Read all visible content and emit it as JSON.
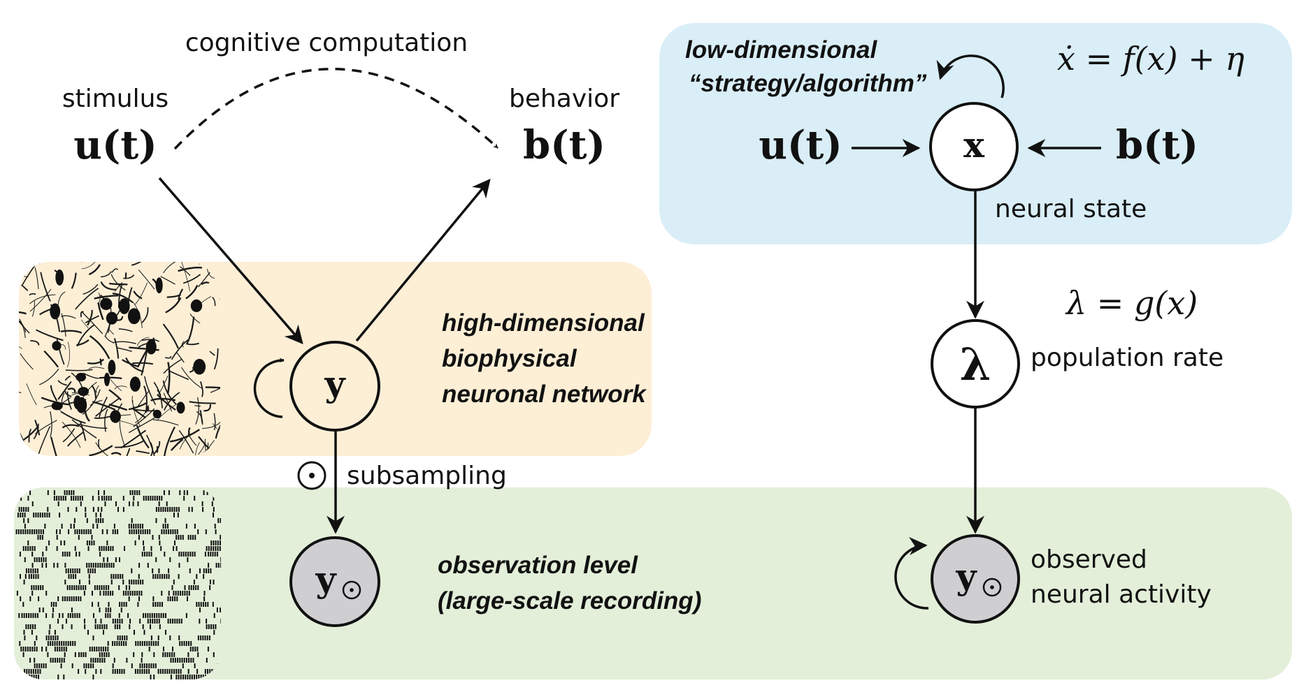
{
  "colors": {
    "panel_blue": "#d9eef7",
    "panel_orange": "#fdefd6",
    "panel_green": "#e3efd9",
    "observed_node": "#cfcfd2",
    "ink": "#111111"
  },
  "labels": {
    "stimulus": "stimulus",
    "stimulus_var": "u(t)",
    "behavior": "behavior",
    "behavior_var": "b(t)",
    "cognitive_computation": "cognitive computation",
    "subsampling": "subsampling",
    "subsampling_symbol": "⊙",
    "neural_state": "neural state",
    "population_rate": "population rate",
    "observed_line1": "observed",
    "observed_line2": "neural activity"
  },
  "panels": {
    "low_dim": {
      "title_line1": "low-dimensional",
      "title_line2": "“strategy/algorithm”",
      "equation": "ẋ = f(x) + η",
      "input_var": "u(t)",
      "behavior_var": "b(t)"
    },
    "high_dim": {
      "line1": "high-dimensional",
      "line2": "biophysical",
      "line3": "neuronal network"
    },
    "observation": {
      "line1": "observation level",
      "line2": "(large-scale recording)"
    }
  },
  "nodes": {
    "y": "y",
    "y_obs_left": "y",
    "y_obs_right": "y",
    "obs_subscript": "⊙",
    "x": "x",
    "lambda": "λ"
  },
  "equations": {
    "lambda_eq": "λ = g(x)"
  },
  "icons": {
    "neurons": "neuron-tissue-texture",
    "raster": "spike-raster-texture"
  }
}
